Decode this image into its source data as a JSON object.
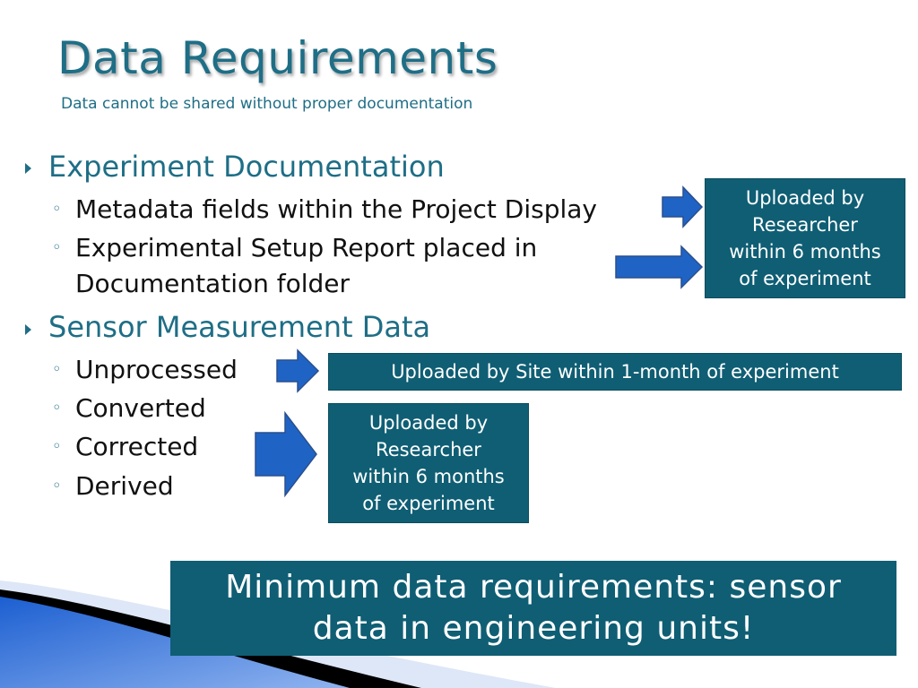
{
  "header": {
    "title": "Data Requirements",
    "subtitle": "Data cannot be shared without proper documentation"
  },
  "sections": [
    {
      "heading": "Experiment Documentation",
      "items": [
        "Metadata fields within the Project Display",
        "Experimental Setup Report placed in",
        "Documentation folder"
      ]
    },
    {
      "heading": "Sensor Measurement Data",
      "items": [
        "Unprocessed",
        "Converted",
        "Corrected",
        "Derived"
      ]
    }
  ],
  "notes": {
    "documentation": [
      "Uploaded by",
      "Researcher",
      "within 6 months",
      "of experiment"
    ],
    "unprocessed": "Uploaded by Site within 1-month of experiment",
    "processed": [
      "Uploaded by",
      "Researcher",
      "within 6 months",
      "of experiment"
    ]
  },
  "callout": {
    "line1": "Minimum data requirements: sensor",
    "line2": "data in engineering units!"
  },
  "colors": {
    "accent": "#1e6e86",
    "box": "#0f5e74",
    "arrow": "#1f64c4"
  }
}
